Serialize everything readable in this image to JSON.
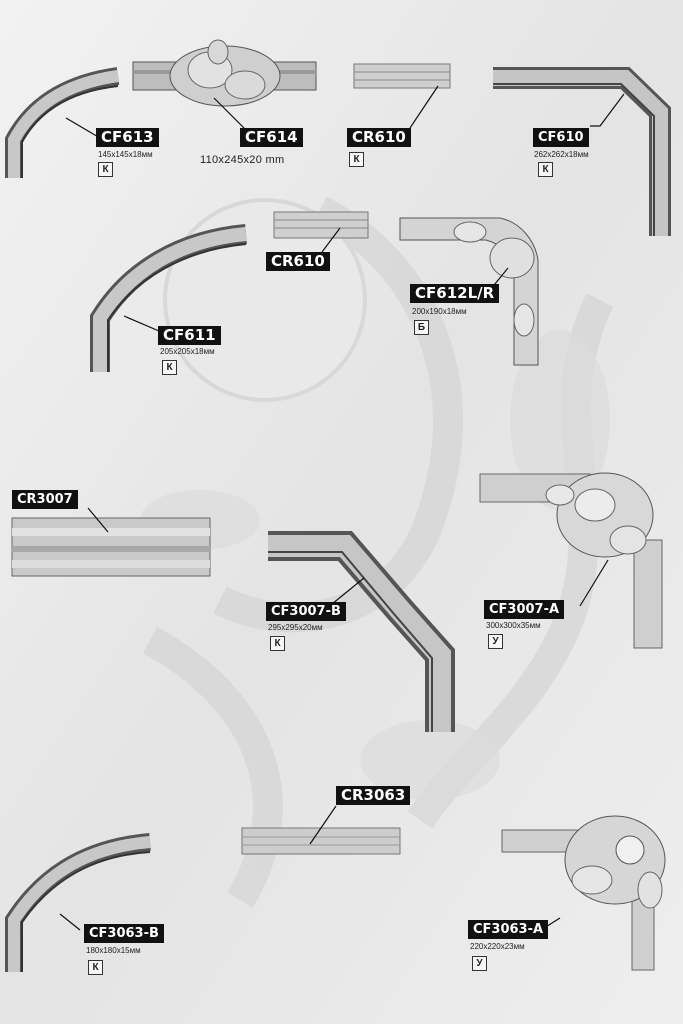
{
  "products": [
    {
      "id": "cf613",
      "code": "CF613",
      "size": "145x145x18мм",
      "type": "К"
    },
    {
      "id": "cf614",
      "code": "CF614",
      "size": "110x245x20 mm"
    },
    {
      "id": "cr610a",
      "code": "CR610",
      "type": "К"
    },
    {
      "id": "cf610",
      "code": "CF610",
      "size": "262x262x18мм",
      "type": "К"
    },
    {
      "id": "cf611",
      "code": "CF611",
      "size": "205x205x18мм",
      "type": "К"
    },
    {
      "id": "cr610b",
      "code": "CR610"
    },
    {
      "id": "cf612",
      "code": "CF612L/R",
      "size": "200x190x18мм",
      "type": "Б"
    },
    {
      "id": "cr3007",
      "code": "CR3007"
    },
    {
      "id": "cf3007b",
      "code": "CF3007-B",
      "size": "295x295x20мм",
      "type": "К"
    },
    {
      "id": "cf3007a",
      "code": "CF3007-A",
      "size": "300x300x35мм",
      "type": "У"
    },
    {
      "id": "cr3063",
      "code": "CR3063"
    },
    {
      "id": "cf3063b",
      "code": "CF3063-B",
      "size": "180x180x15мм",
      "type": "К"
    },
    {
      "id": "cf3063a",
      "code": "CF3063-A",
      "size": "220x220x23мм",
      "type": "У"
    }
  ]
}
